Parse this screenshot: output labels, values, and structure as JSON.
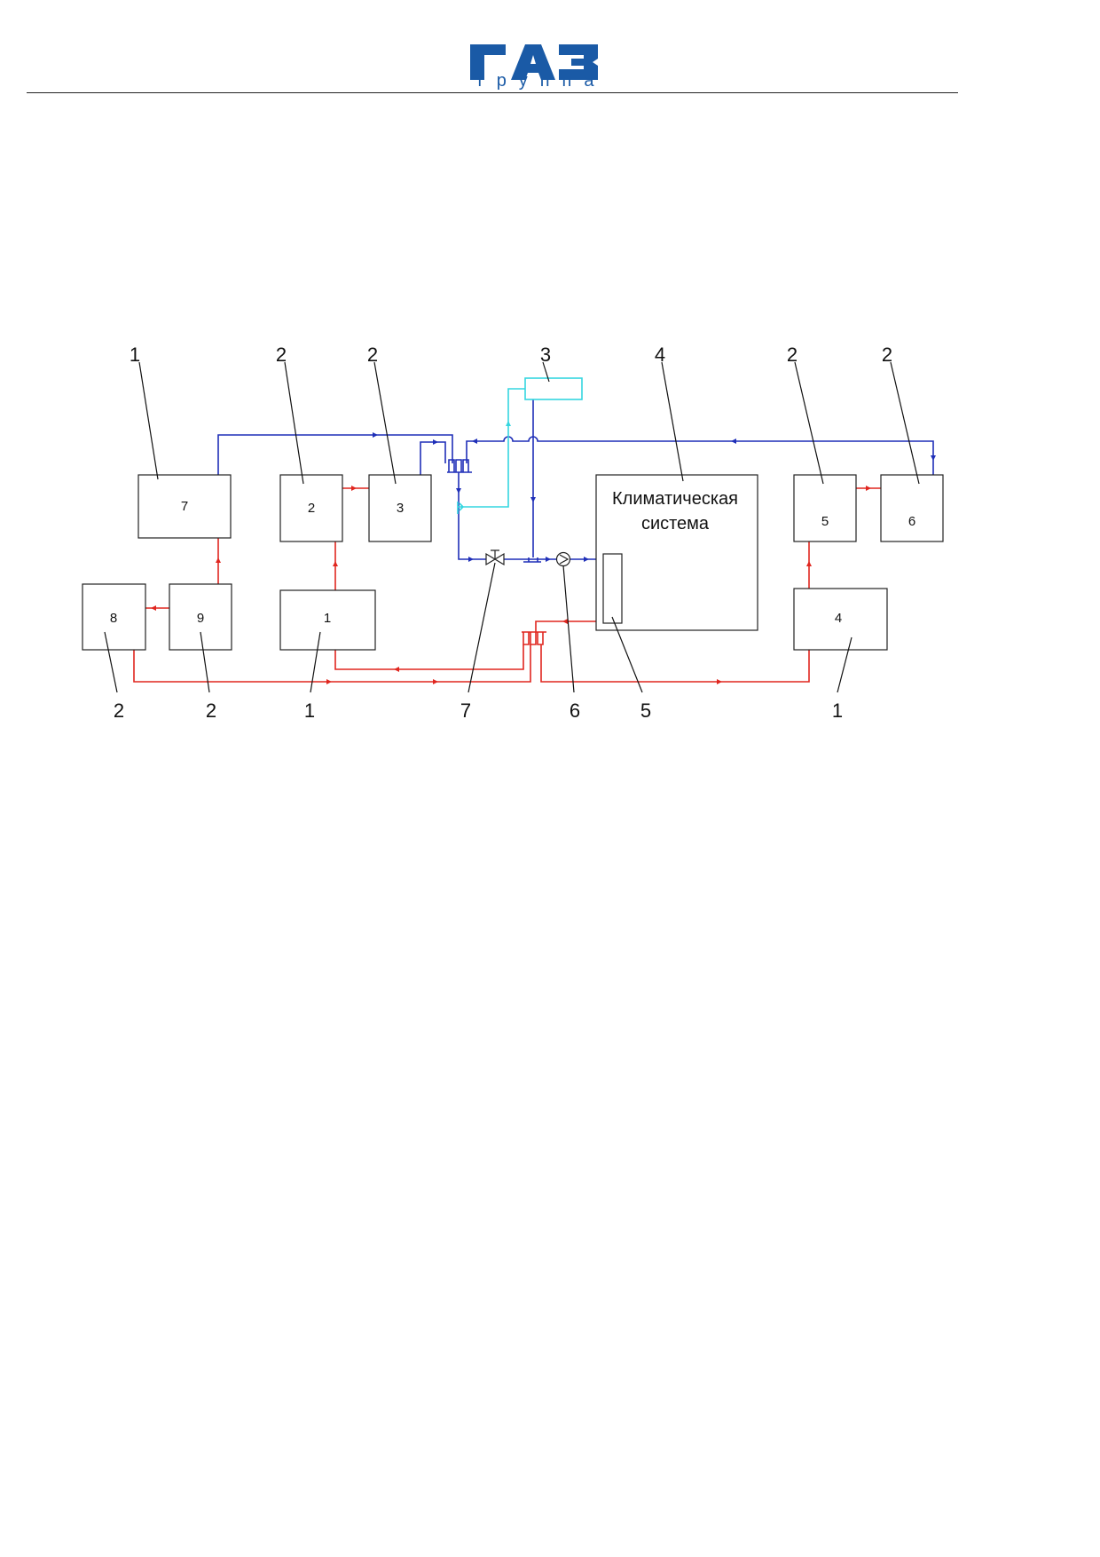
{
  "header": {
    "logo_main": "ГАЗ",
    "logo_sub": "группа",
    "brand_color": "#1a5aa6"
  },
  "diagram": {
    "colors": {
      "cold_line": "#1f2fb8",
      "hot_line": "#e0261f",
      "aux_line": "#35d6e0",
      "block_stroke": "#222222"
    },
    "blocks": {
      "b7": "7",
      "b2": "2",
      "b3": "3",
      "b8": "8",
      "b9": "9",
      "b1": "1",
      "b5": "5",
      "b6": "6",
      "b4": "4",
      "climate_line1": "Климатическая",
      "climate_line2": "система"
    },
    "callouts": {
      "top": [
        "1",
        "2",
        "2",
        "3",
        "4",
        "2",
        "2"
      ],
      "bottom": [
        "2",
        "2",
        "1",
        "7",
        "6",
        "5",
        "1"
      ]
    }
  }
}
